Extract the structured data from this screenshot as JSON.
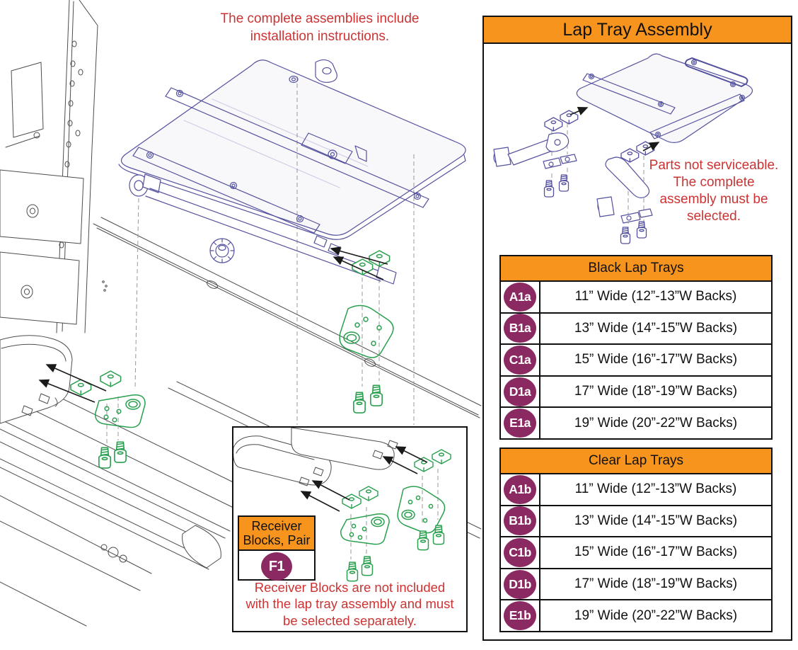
{
  "colors": {
    "accent_orange": "#F7941E",
    "badge_purple": "#8B2963",
    "note_red": "#CC3333",
    "hardware_green": "#2AA04F",
    "tray_indigo": "#54519E",
    "frame_gray": "#4D4D4D"
  },
  "top_note": {
    "lines": [
      "The complete assemblies include",
      "installation instructions."
    ]
  },
  "inset": {
    "label": {
      "title_lines": [
        "Receiver",
        "Blocks, Pair"
      ],
      "badge": "F1"
    },
    "note_lines": [
      "Receiver Blocks are not included",
      "with the lap tray assembly and must",
      "be selected separately."
    ]
  },
  "panel": {
    "title": "Lap Tray Assembly",
    "note_lines": [
      "Parts not serviceable.",
      "The complete",
      "assembly must be",
      "selected."
    ],
    "tables": [
      {
        "header": "Black Lap Trays",
        "rows": [
          {
            "badge": "A1a",
            "desc": "11” Wide (12”-13”W Backs)"
          },
          {
            "badge": "B1a",
            "desc": "13” Wide (14”-15”W Backs)"
          },
          {
            "badge": "C1a",
            "desc": "15” Wide (16”-17”W Backs)"
          },
          {
            "badge": "D1a",
            "desc": "17” Wide (18”-19”W Backs)"
          },
          {
            "badge": "E1a",
            "desc": "19” Wide (20”-22”W Backs)"
          }
        ]
      },
      {
        "header": "Clear Lap Trays",
        "rows": [
          {
            "badge": "A1b",
            "desc": "11” Wide (12”-13”W Backs)"
          },
          {
            "badge": "B1b",
            "desc": "13” Wide (14”-15”W Backs)"
          },
          {
            "badge": "C1b",
            "desc": "15” Wide (16”-17”W Backs)"
          },
          {
            "badge": "D1b",
            "desc": "17” Wide (18”-19”W Backs)"
          },
          {
            "badge": "E1b",
            "desc": "19” Wide (20”-22”W Backs)"
          }
        ]
      }
    ]
  }
}
